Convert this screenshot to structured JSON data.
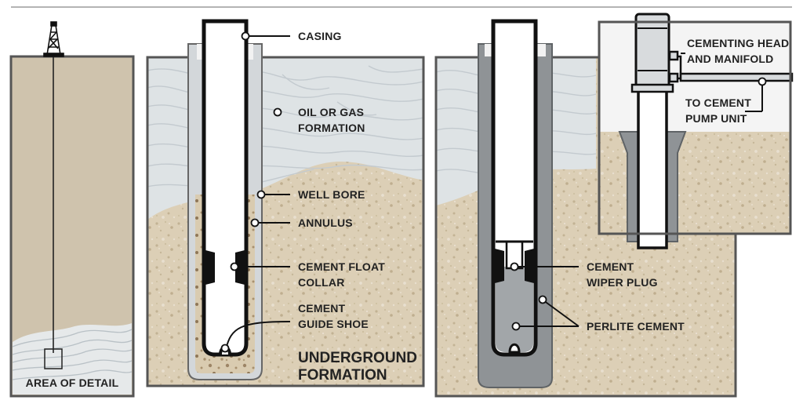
{
  "colors": {
    "soil": "#d9ccb3",
    "soil_dot": "#b8a889",
    "formation": "#dfe4e6",
    "formation_line": "#c4cbcf",
    "left_panel": "#cfc3ad",
    "casing_gray": "#8a8d8f",
    "cement_gray": "#9a9da0",
    "wall": "#5a5a5a",
    "ink": "#111111"
  },
  "labels": {
    "area_of_detail": "AREA OF DETAIL",
    "casing": "CASING",
    "oil_gas_1": "OIL OR GAS",
    "oil_gas_2": "FORMATION",
    "well_bore": "WELL BORE",
    "annulus": "ANNULUS",
    "float_collar_1": "CEMENT FLOAT",
    "float_collar_2": "COLLAR",
    "guide_shoe_1": "CEMENT",
    "guide_shoe_2": "GUIDE SHOE",
    "underground_1": "UNDERGROUND",
    "underground_2": "FORMATION",
    "cementing_head_1": "CEMENTING HEAD",
    "cementing_head_2": "AND MANIFOLD",
    "pump_1": "TO CEMENT",
    "pump_2": "PUMP UNIT",
    "wiper_1": "CEMENT",
    "wiper_2": "WIPER PLUG",
    "perlite": "PERLITE CEMENT"
  }
}
